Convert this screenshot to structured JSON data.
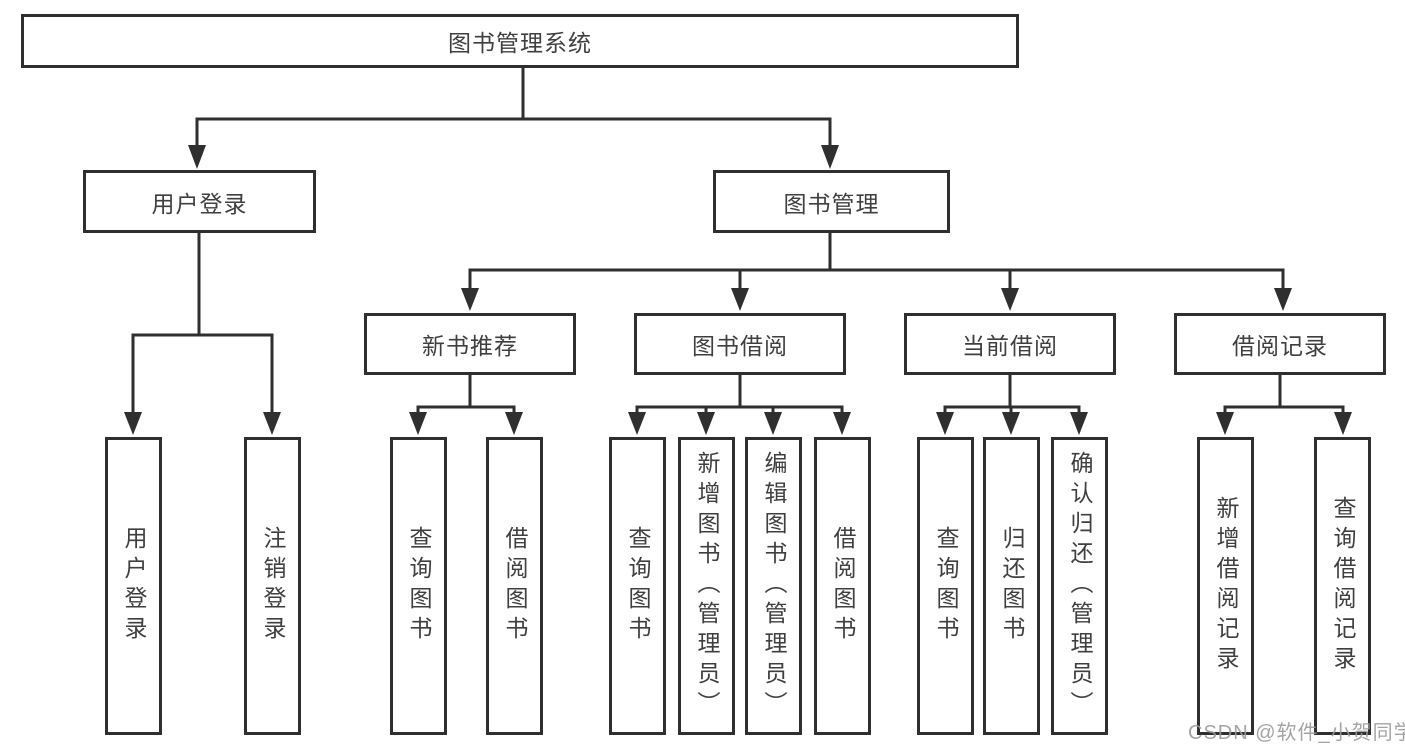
{
  "diagram": {
    "title": "图书管理系统",
    "root": {
      "label": "图书管理系统"
    },
    "level2": [
      {
        "label": "用户登录"
      },
      {
        "label": "图书管理"
      }
    ],
    "level3": [
      {
        "label": "新书推荐"
      },
      {
        "label": "图书借阅"
      },
      {
        "label": "当前借阅"
      },
      {
        "label": "借阅记录"
      }
    ],
    "leaves": [
      {
        "label": "用户登录"
      },
      {
        "label": "注销登录"
      },
      {
        "label": "查询图书"
      },
      {
        "label": "借阅图书"
      },
      {
        "label": "查询图书"
      },
      {
        "label": "新增图书（管理员）"
      },
      {
        "label": "编辑图书（管理员）"
      },
      {
        "label": "借阅图书"
      },
      {
        "label": "查询图书"
      },
      {
        "label": "归还图书"
      },
      {
        "label": "确认归还（管理员）"
      },
      {
        "label": "新增借阅记录"
      },
      {
        "label": "查询借阅记录"
      }
    ],
    "watermark": "CSDN @软件_小贺同学",
    "colors": {
      "line": "#2f2f2f",
      "text": "#3f3f3f",
      "watermark": "#9b9b9b",
      "background": "#ffffff"
    }
  }
}
